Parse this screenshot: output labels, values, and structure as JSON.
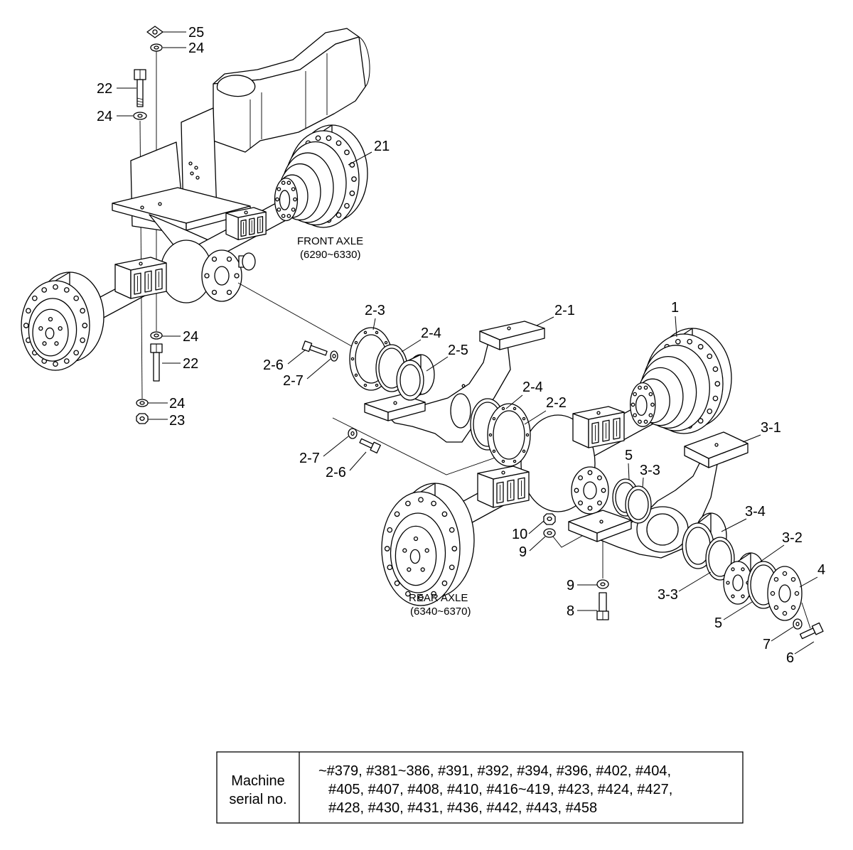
{
  "callouts": {
    "n25": "25",
    "n24_top": "24",
    "n22_top": "22",
    "n24_left": "24",
    "n21": "21",
    "n2_3": "2-3",
    "n2_4_a": "2-4",
    "n2_1": "2-1",
    "n1": "1",
    "n2_5": "2-5",
    "n2_6_a": "2-6",
    "n2_7_a": "2-7",
    "n24_mid": "24",
    "n22_mid": "22",
    "n2_4_b": "2-4",
    "n2_2": "2-2",
    "n24_low": "24",
    "n23": "23",
    "n3_1": "3-1",
    "n2_7_b": "2-7",
    "n2_6_b": "2-6",
    "n5_a": "5",
    "n3_3_a": "3-3",
    "n3_4": "3-4",
    "n10": "10",
    "n9_a": "9",
    "n3_2": "3-2",
    "n4": "4",
    "n9_b": "9",
    "n3_3_b": "3-3",
    "n5_b": "5",
    "n8": "8",
    "n7": "7",
    "n6": "6"
  },
  "front_axle": {
    "title": "FRONT AXLE",
    "range": "(6290~6330)"
  },
  "rear_axle": {
    "title": "REAR AXLE",
    "range": "(6340~6370)"
  },
  "serial_table": {
    "label": [
      "Machine",
      "serial no."
    ],
    "lines": [
      "~#379, #381~386, #391, #392, #394, #396, #402, #404,",
      "#405, #407, #408, #410, #416~419, #423, #424, #427,",
      "#428, #430, #431, #436, #442, #443, #458"
    ]
  }
}
